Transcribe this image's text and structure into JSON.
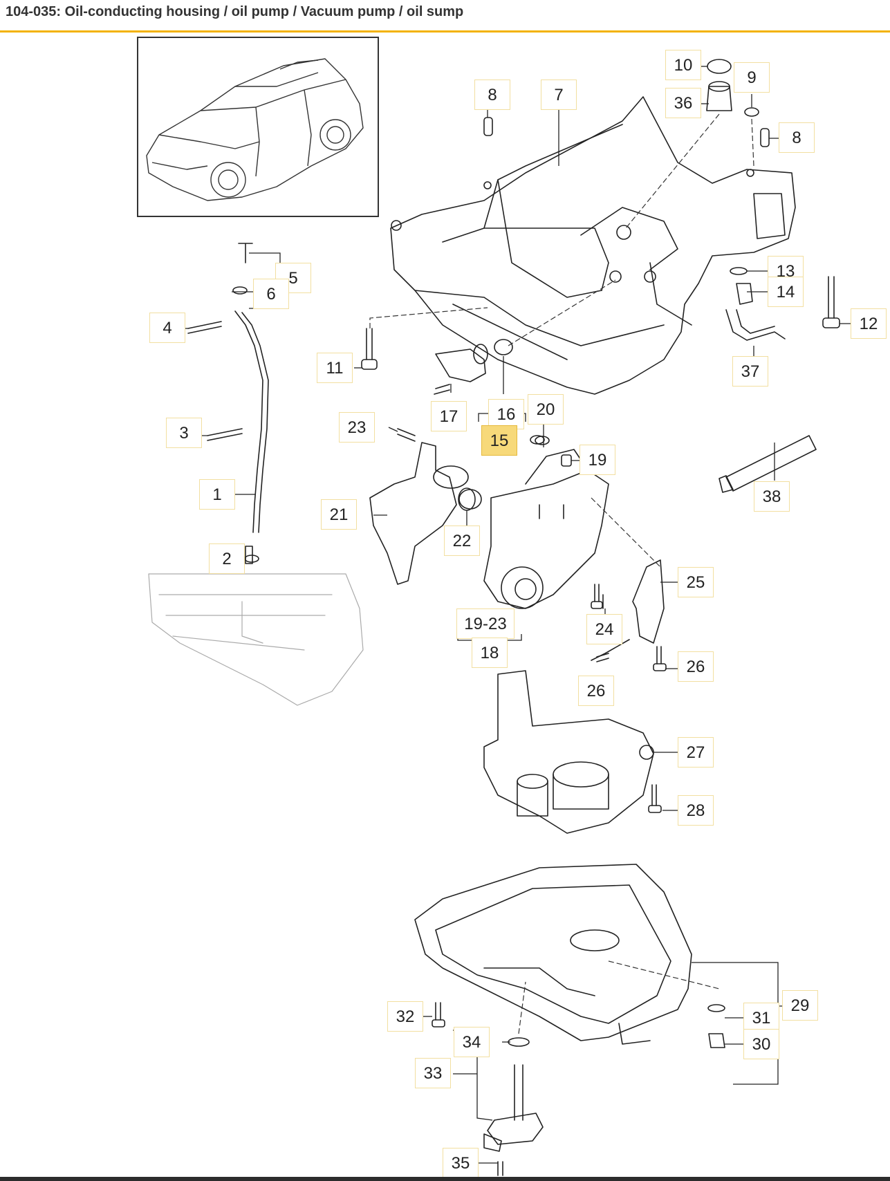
{
  "header": {
    "title": "104-035: Oil-conducting housing / oil pump / Vacuum pump / oil sump"
  },
  "colors": {
    "accent": "#f3b200",
    "highlight": "#f7d97a",
    "callout_border": "#f2dfa0",
    "line": "#222222"
  },
  "thumbnail": {
    "icon": "vehicle-icon"
  },
  "callouts": [
    {
      "id": "c10",
      "label": "10"
    },
    {
      "id": "c9",
      "label": "9"
    },
    {
      "id": "c36",
      "label": "36"
    },
    {
      "id": "c8a",
      "label": "8"
    },
    {
      "id": "c7",
      "label": "7"
    },
    {
      "id": "c8b",
      "label": "8"
    },
    {
      "id": "c5",
      "label": "5"
    },
    {
      "id": "c6",
      "label": "6"
    },
    {
      "id": "c4",
      "label": "4"
    },
    {
      "id": "c13",
      "label": "13"
    },
    {
      "id": "c14",
      "label": "14"
    },
    {
      "id": "c12",
      "label": "12"
    },
    {
      "id": "c11",
      "label": "11"
    },
    {
      "id": "c37",
      "label": "37"
    },
    {
      "id": "c17",
      "label": "17"
    },
    {
      "id": "c16",
      "label": "16"
    },
    {
      "id": "c20",
      "label": "20"
    },
    {
      "id": "c15",
      "label": "15"
    },
    {
      "id": "c23",
      "label": "23"
    },
    {
      "id": "c3",
      "label": "3"
    },
    {
      "id": "c19",
      "label": "19"
    },
    {
      "id": "c38",
      "label": "38"
    },
    {
      "id": "c1",
      "label": "1"
    },
    {
      "id": "c21",
      "label": "21"
    },
    {
      "id": "c22",
      "label": "22"
    },
    {
      "id": "c2",
      "label": "2"
    },
    {
      "id": "c25",
      "label": "25"
    },
    {
      "id": "c24",
      "label": "24"
    },
    {
      "id": "c1923",
      "label": "19-23"
    },
    {
      "id": "c18",
      "label": "18"
    },
    {
      "id": "c26a",
      "label": "26"
    },
    {
      "id": "c26b",
      "label": "26"
    },
    {
      "id": "c27",
      "label": "27"
    },
    {
      "id": "c28",
      "label": "28"
    },
    {
      "id": "c29",
      "label": "29"
    },
    {
      "id": "c32",
      "label": "32"
    },
    {
      "id": "c31",
      "label": "31"
    },
    {
      "id": "c34",
      "label": "34"
    },
    {
      "id": "c30",
      "label": "30"
    },
    {
      "id": "c33",
      "label": "33"
    },
    {
      "id": "c35",
      "label": "35"
    }
  ],
  "selected_callout": "15"
}
